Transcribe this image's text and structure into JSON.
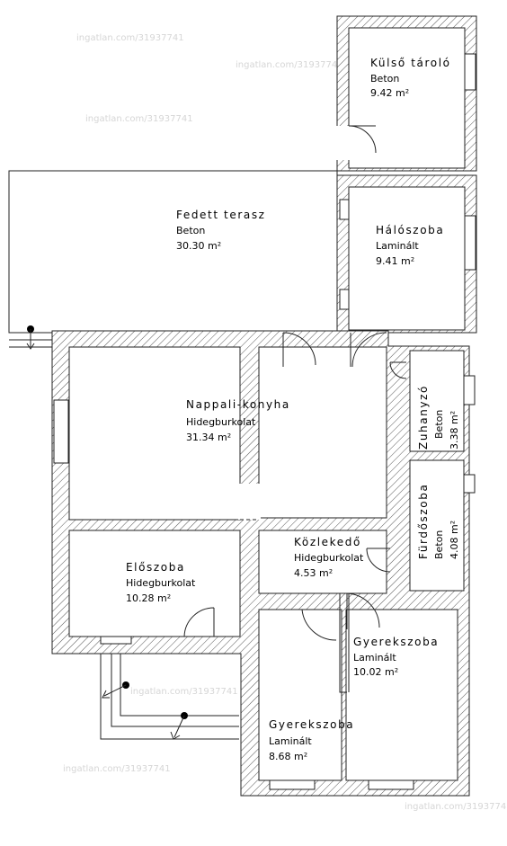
{
  "watermark": "ingatlan.com/31937741",
  "rooms": {
    "kulso_tarolo": {
      "name": "Külső tároló",
      "floor": "Beton",
      "area": "9.42 m²"
    },
    "fedett_terasz": {
      "name": "Fedett terasz",
      "floor": "Beton",
      "area": "30.30 m²"
    },
    "haloszoba": {
      "name": "Hálószoba",
      "floor": "Laminált",
      "area": "9.41 m²"
    },
    "nappali_konyha": {
      "name": "Nappali-konyha",
      "floor": "Hidegburkolat",
      "area": "31.34 m²"
    },
    "zuhanyzo": {
      "name": "Zuhanyzó",
      "floor": "Beton",
      "area": "3.38 m²"
    },
    "furdoszoba": {
      "name": "Fürdőszoba",
      "floor": "Beton",
      "area": "4.08 m²"
    },
    "kozlekedo": {
      "name": "Közlekedő",
      "floor": "Hidegburkolat",
      "area": "4.53 m²"
    },
    "eloszoba": {
      "name": "Előszoba",
      "floor": "Hidegburkolat",
      "area": "10.28 m²"
    },
    "gyerekszoba_1": {
      "name": "Gyerekszoba",
      "floor": "Laminált",
      "area": "10.02 m²"
    },
    "gyerekszoba_2": {
      "name": "Gyerekszoba",
      "floor": "Laminált",
      "area": "8.68 m²"
    }
  }
}
